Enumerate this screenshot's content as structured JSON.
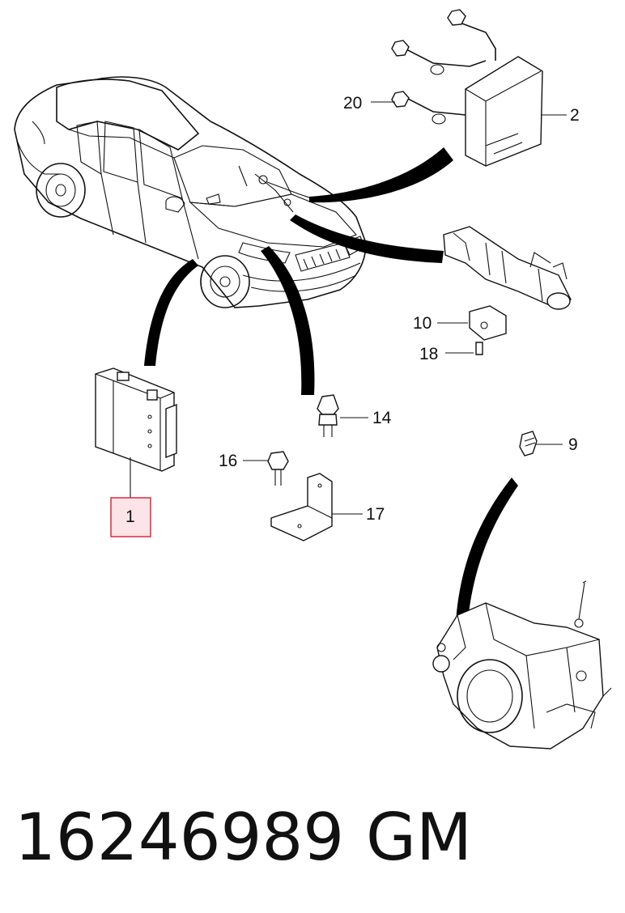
{
  "callouts": {
    "c1": "1",
    "c2": "2",
    "c9": "9",
    "c10": "10",
    "c14": "14",
    "c16": "16",
    "c17": "17",
    "c18": "18",
    "c20": "20"
  },
  "highlight_color": "#e0283c",
  "highlight_fill": "#fde4e8",
  "caption": {
    "part_number": "16246989",
    "manufacturer": "GM"
  }
}
